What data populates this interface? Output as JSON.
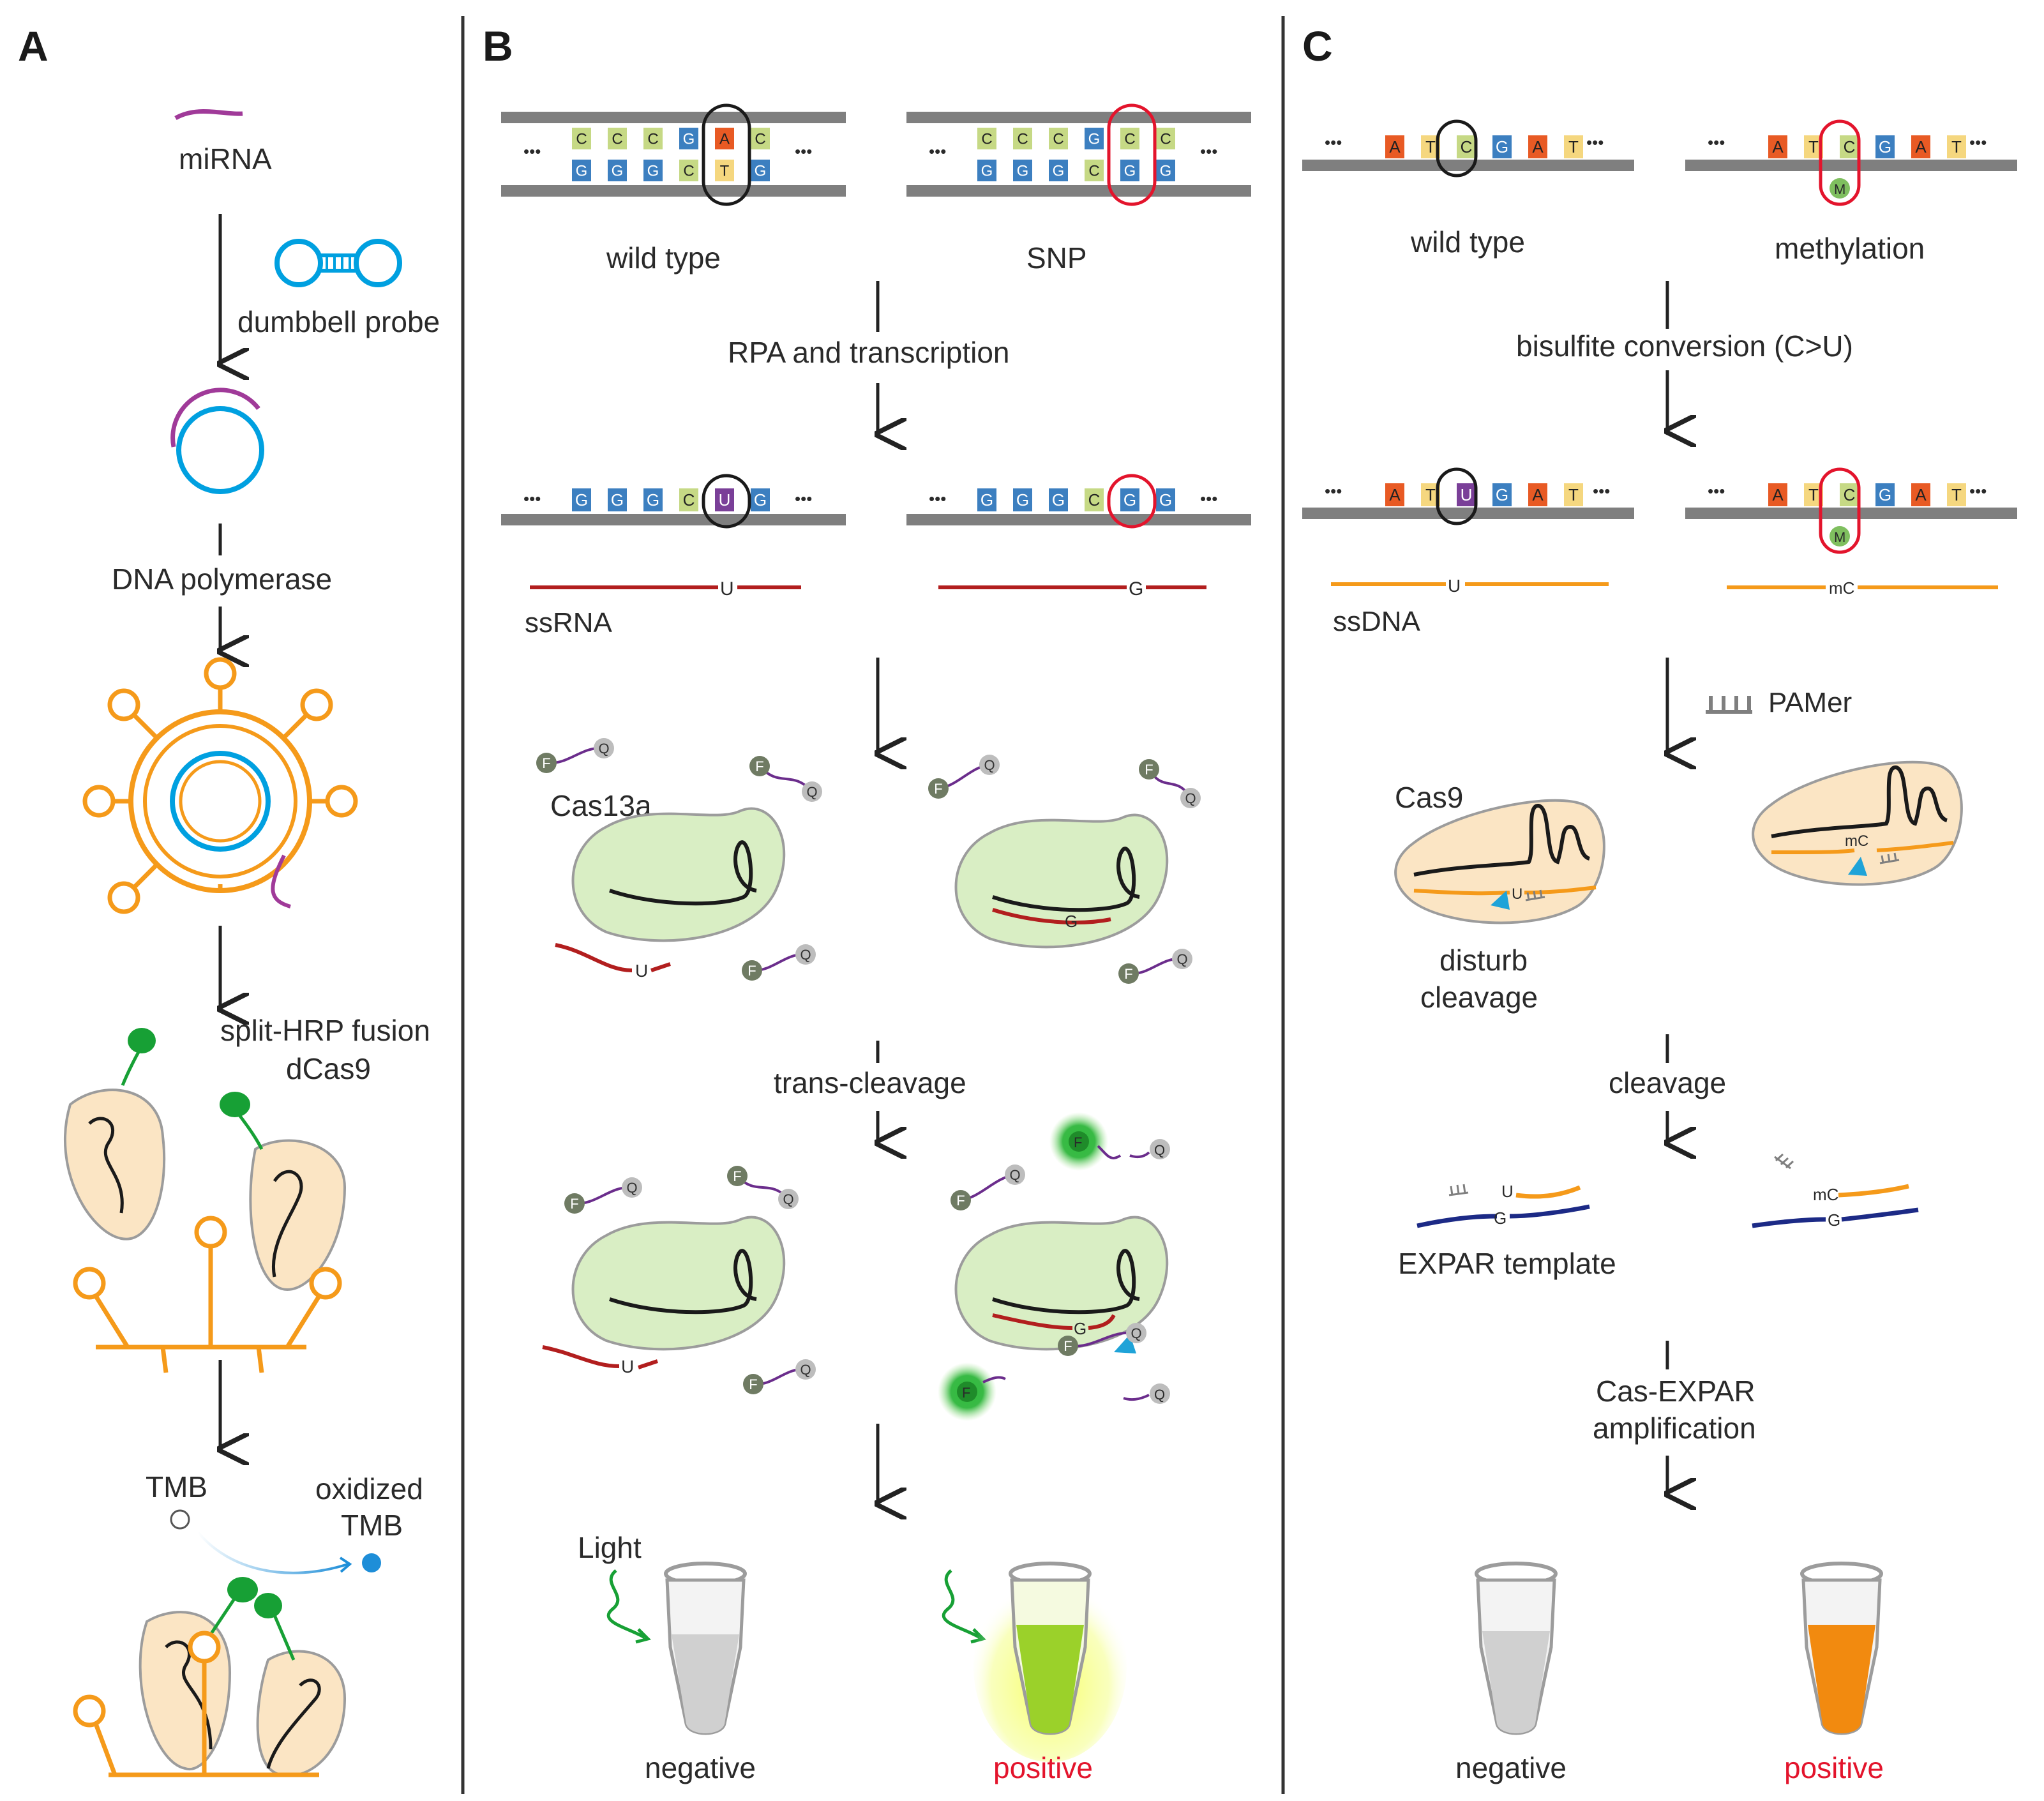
{
  "panels": {
    "A": {
      "letter": "A",
      "mirna": "miRNA",
      "dumbbell": "dumbbell probe",
      "polymerase": "DNA polymerase",
      "fusion_line1": "split-HRP fusion",
      "fusion_line2": "dCas9",
      "tmb": "TMB",
      "oxidized_line1": "oxidized",
      "oxidized_line2": "TMB"
    },
    "B": {
      "letter": "B",
      "wild_type": "wild type",
      "snp": "SNP",
      "rpa": "RPA and transcription",
      "ssrna": "ssRNA",
      "cas13a": "Cas13a",
      "trans_cleavage": "trans-cleavage",
      "light": "Light",
      "negative": "negative",
      "positive": "positive",
      "wt_top_bases": [
        "C",
        "C",
        "C",
        "G",
        "A",
        "C"
      ],
      "wt_bottom_bases": [
        "G",
        "G",
        "G",
        "C",
        "T",
        "G"
      ],
      "snp_top_bases": [
        "C",
        "C",
        "C",
        "G",
        "C",
        "C"
      ],
      "snp_bottom_bases": [
        "G",
        "G",
        "G",
        "C",
        "G",
        "G"
      ],
      "rna_wt_bases": [
        "G",
        "G",
        "G",
        "C",
        "U",
        "G"
      ],
      "rna_snp_bases": [
        "G",
        "G",
        "G",
        "C",
        "G",
        "G"
      ],
      "ellipsis": "•••",
      "u": "U",
      "g": "G",
      "f": "F",
      "q": "Q"
    },
    "C": {
      "letter": "C",
      "wild_type": "wild type",
      "methylation": "methylation",
      "bisulfite": "bisulfite conversion (C>U)",
      "ssdna": "ssDNA",
      "pamer": "PAMer",
      "cas9": "Cas9",
      "disturb_line1": "disturb",
      "disturb_line2": "cleavage",
      "cleavage": "cleavage",
      "expar_template": "EXPAR template",
      "cas_expar_line1": "Cas-EXPAR",
      "cas_expar_line2": "amplification",
      "negative": "negative",
      "positive": "positive",
      "wt_bases": [
        "A",
        "T",
        "C",
        "G",
        "A",
        "T"
      ],
      "meth_bases": [
        "A",
        "T",
        "C",
        "G",
        "A",
        "T"
      ],
      "conv_wt_bases": [
        "A",
        "T",
        "U",
        "G",
        "A",
        "T"
      ],
      "conv_meth_bases": [
        "A",
        "T",
        "C",
        "G",
        "A",
        "T"
      ],
      "m": "M",
      "mc": "mC",
      "u": "U",
      "g": "G"
    }
  },
  "colors": {
    "base_C": "#c6d985",
    "base_G": "#3c7fc0",
    "base_A": "#e85a24",
    "base_T": "#f5d77f",
    "base_U": "#7a3f98",
    "backbone": "#7f7f7f",
    "magenta": "#a03a99",
    "cyan": "#00a0e0",
    "orange": "#f59a1a",
    "green_fp": "#17a035",
    "cas_fill": "#fbe5c4",
    "cas13_fill": "#d9eec4",
    "ssrna": "#b21e1e",
    "navy": "#1c2a86",
    "highlight_red": "#e3142c",
    "positive_text": "#e3142c",
    "quencher": "#bdbdbd",
    "fluor": "#6f7b63",
    "yellow_green": "#9bd12a",
    "tube_orange": "#f28a0f"
  }
}
